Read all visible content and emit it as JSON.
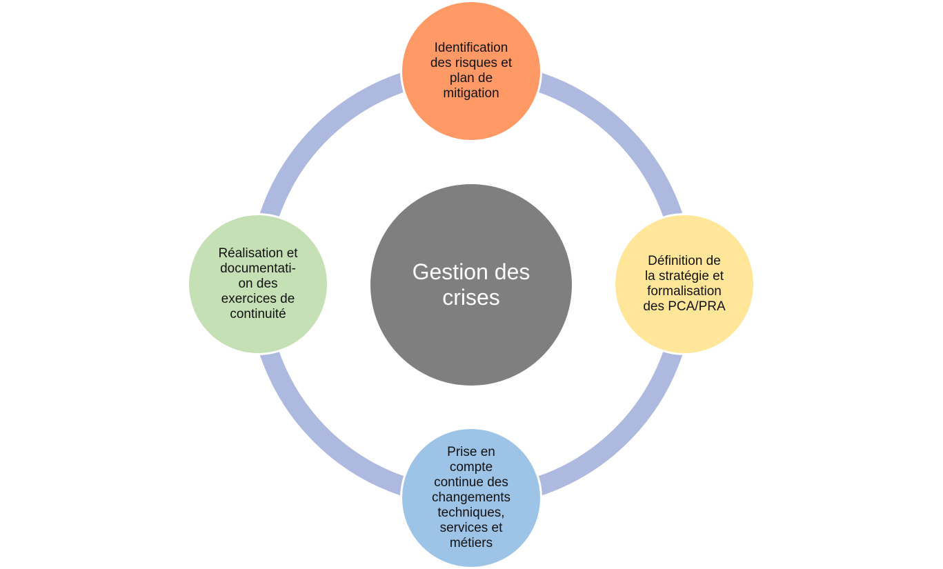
{
  "diagram": {
    "center": {
      "label": "Gestion des\ncrises",
      "color": "#7f7f7f"
    },
    "ring_color": "#adb9de",
    "nodes": [
      {
        "id": "top",
        "label": "Identification\ndes risques et\nplan de\nmitigation",
        "color": "#ff9966"
      },
      {
        "id": "right",
        "label": "Définition de\nla stratégie et\nformalisation\ndes PCA/PRA",
        "color": "#ffe699"
      },
      {
        "id": "bottom",
        "label": "Prise en\ncompte\ncontinue des\nchangements\ntechniques,\nservices et\nmétiers",
        "color": "#9dc3e6"
      },
      {
        "id": "left",
        "label": "Réalisation et\ndocumentati-\non des\nexercices de\ncontinuité",
        "color": "#c5e0b4"
      }
    ]
  }
}
